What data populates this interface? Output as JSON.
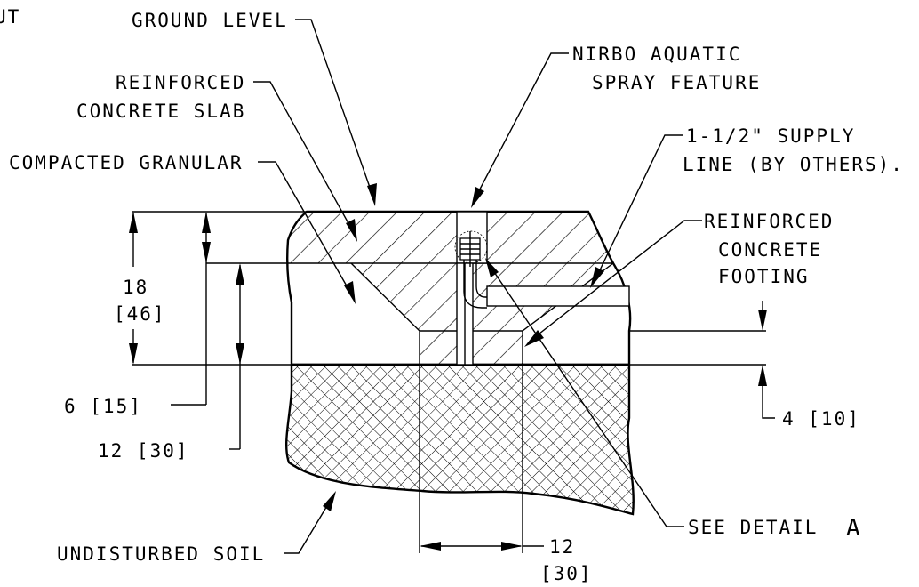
{
  "labels": {
    "cutoff": "UT",
    "ground_level": "GROUND LEVEL",
    "slab_1": "REINFORCED",
    "slab_2": "CONCRETE SLAB",
    "granular": "COMPACTED GRANULAR",
    "spray_1": "NIRBO AQUATIC",
    "spray_2": "SPRAY FEATURE",
    "supply_1": "1-1/2\" SUPPLY",
    "supply_2": "LINE (BY OTHERS).",
    "footing_1": "REINFORCED",
    "footing_2": "CONCRETE",
    "footing_3": "FOOTING",
    "soil": "UNDISTURBED SOIL",
    "detail_text": "SEE DETAIL",
    "detail_letter": "A"
  },
  "dimensions": {
    "d18_a": "18",
    "d18_b": "[46]",
    "d6": "6 [15]",
    "d12v": "12 [30]",
    "d4": "4 [10]",
    "d12h_a": "12",
    "d12h_b": "[30]"
  }
}
